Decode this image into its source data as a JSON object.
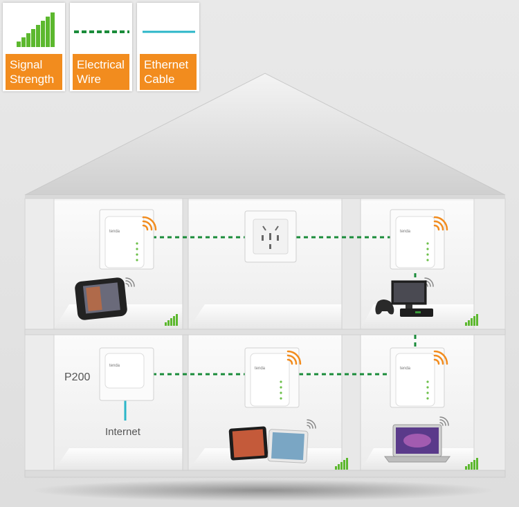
{
  "legend": [
    {
      "label": "Signal Strength",
      "icon": "signal-strength-icon"
    },
    {
      "label": "Electrical Wire",
      "icon": "dashed-line-icon"
    },
    {
      "label": "Ethernet Cable",
      "icon": "cable-line-icon"
    }
  ],
  "labels": {
    "device": "P200",
    "internet": "Internet"
  },
  "colors": {
    "accent": "#f28c1e",
    "wire": "#1a8c3a",
    "cable": "#2bb6c8",
    "signal": "#5cb82e"
  }
}
